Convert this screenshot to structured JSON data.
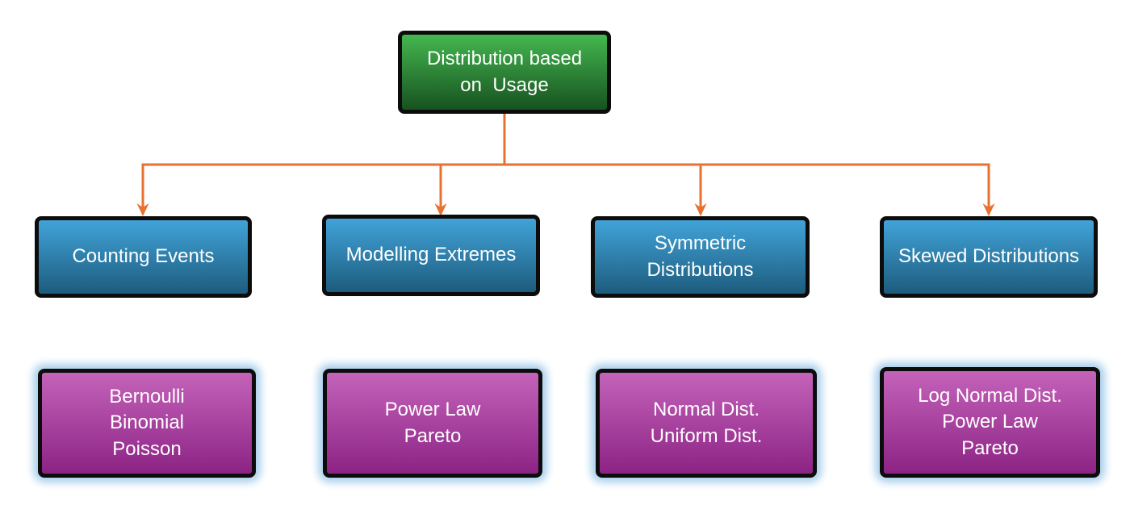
{
  "diagram": {
    "root": {
      "label": "Distribution based\non  Usage"
    },
    "branches": [
      {
        "category": "Counting Events",
        "items": "Bernoulli\nBinomial\nPoisson"
      },
      {
        "category": "Modelling Extremes",
        "items": "Power Law\nPareto"
      },
      {
        "category": "Symmetric\nDistributions",
        "items": "Normal Dist.\nUniform Dist."
      },
      {
        "category": "Skewed Distributions",
        "items": "Log Normal Dist.\nPower Law\nPareto"
      }
    ],
    "colors": {
      "background": "#ffffff",
      "connector": "#e8712f",
      "root_top": "#44b74f",
      "root_bottom": "#175220",
      "category_top": "#41a3d9",
      "category_bottom": "#1d5c7d",
      "leaf_top": "#c463ba",
      "leaf_bottom": "#8c2384",
      "node_border": "#0c0c0c",
      "leaf_glow": "#a9cfec",
      "text": "#ffffff"
    }
  }
}
